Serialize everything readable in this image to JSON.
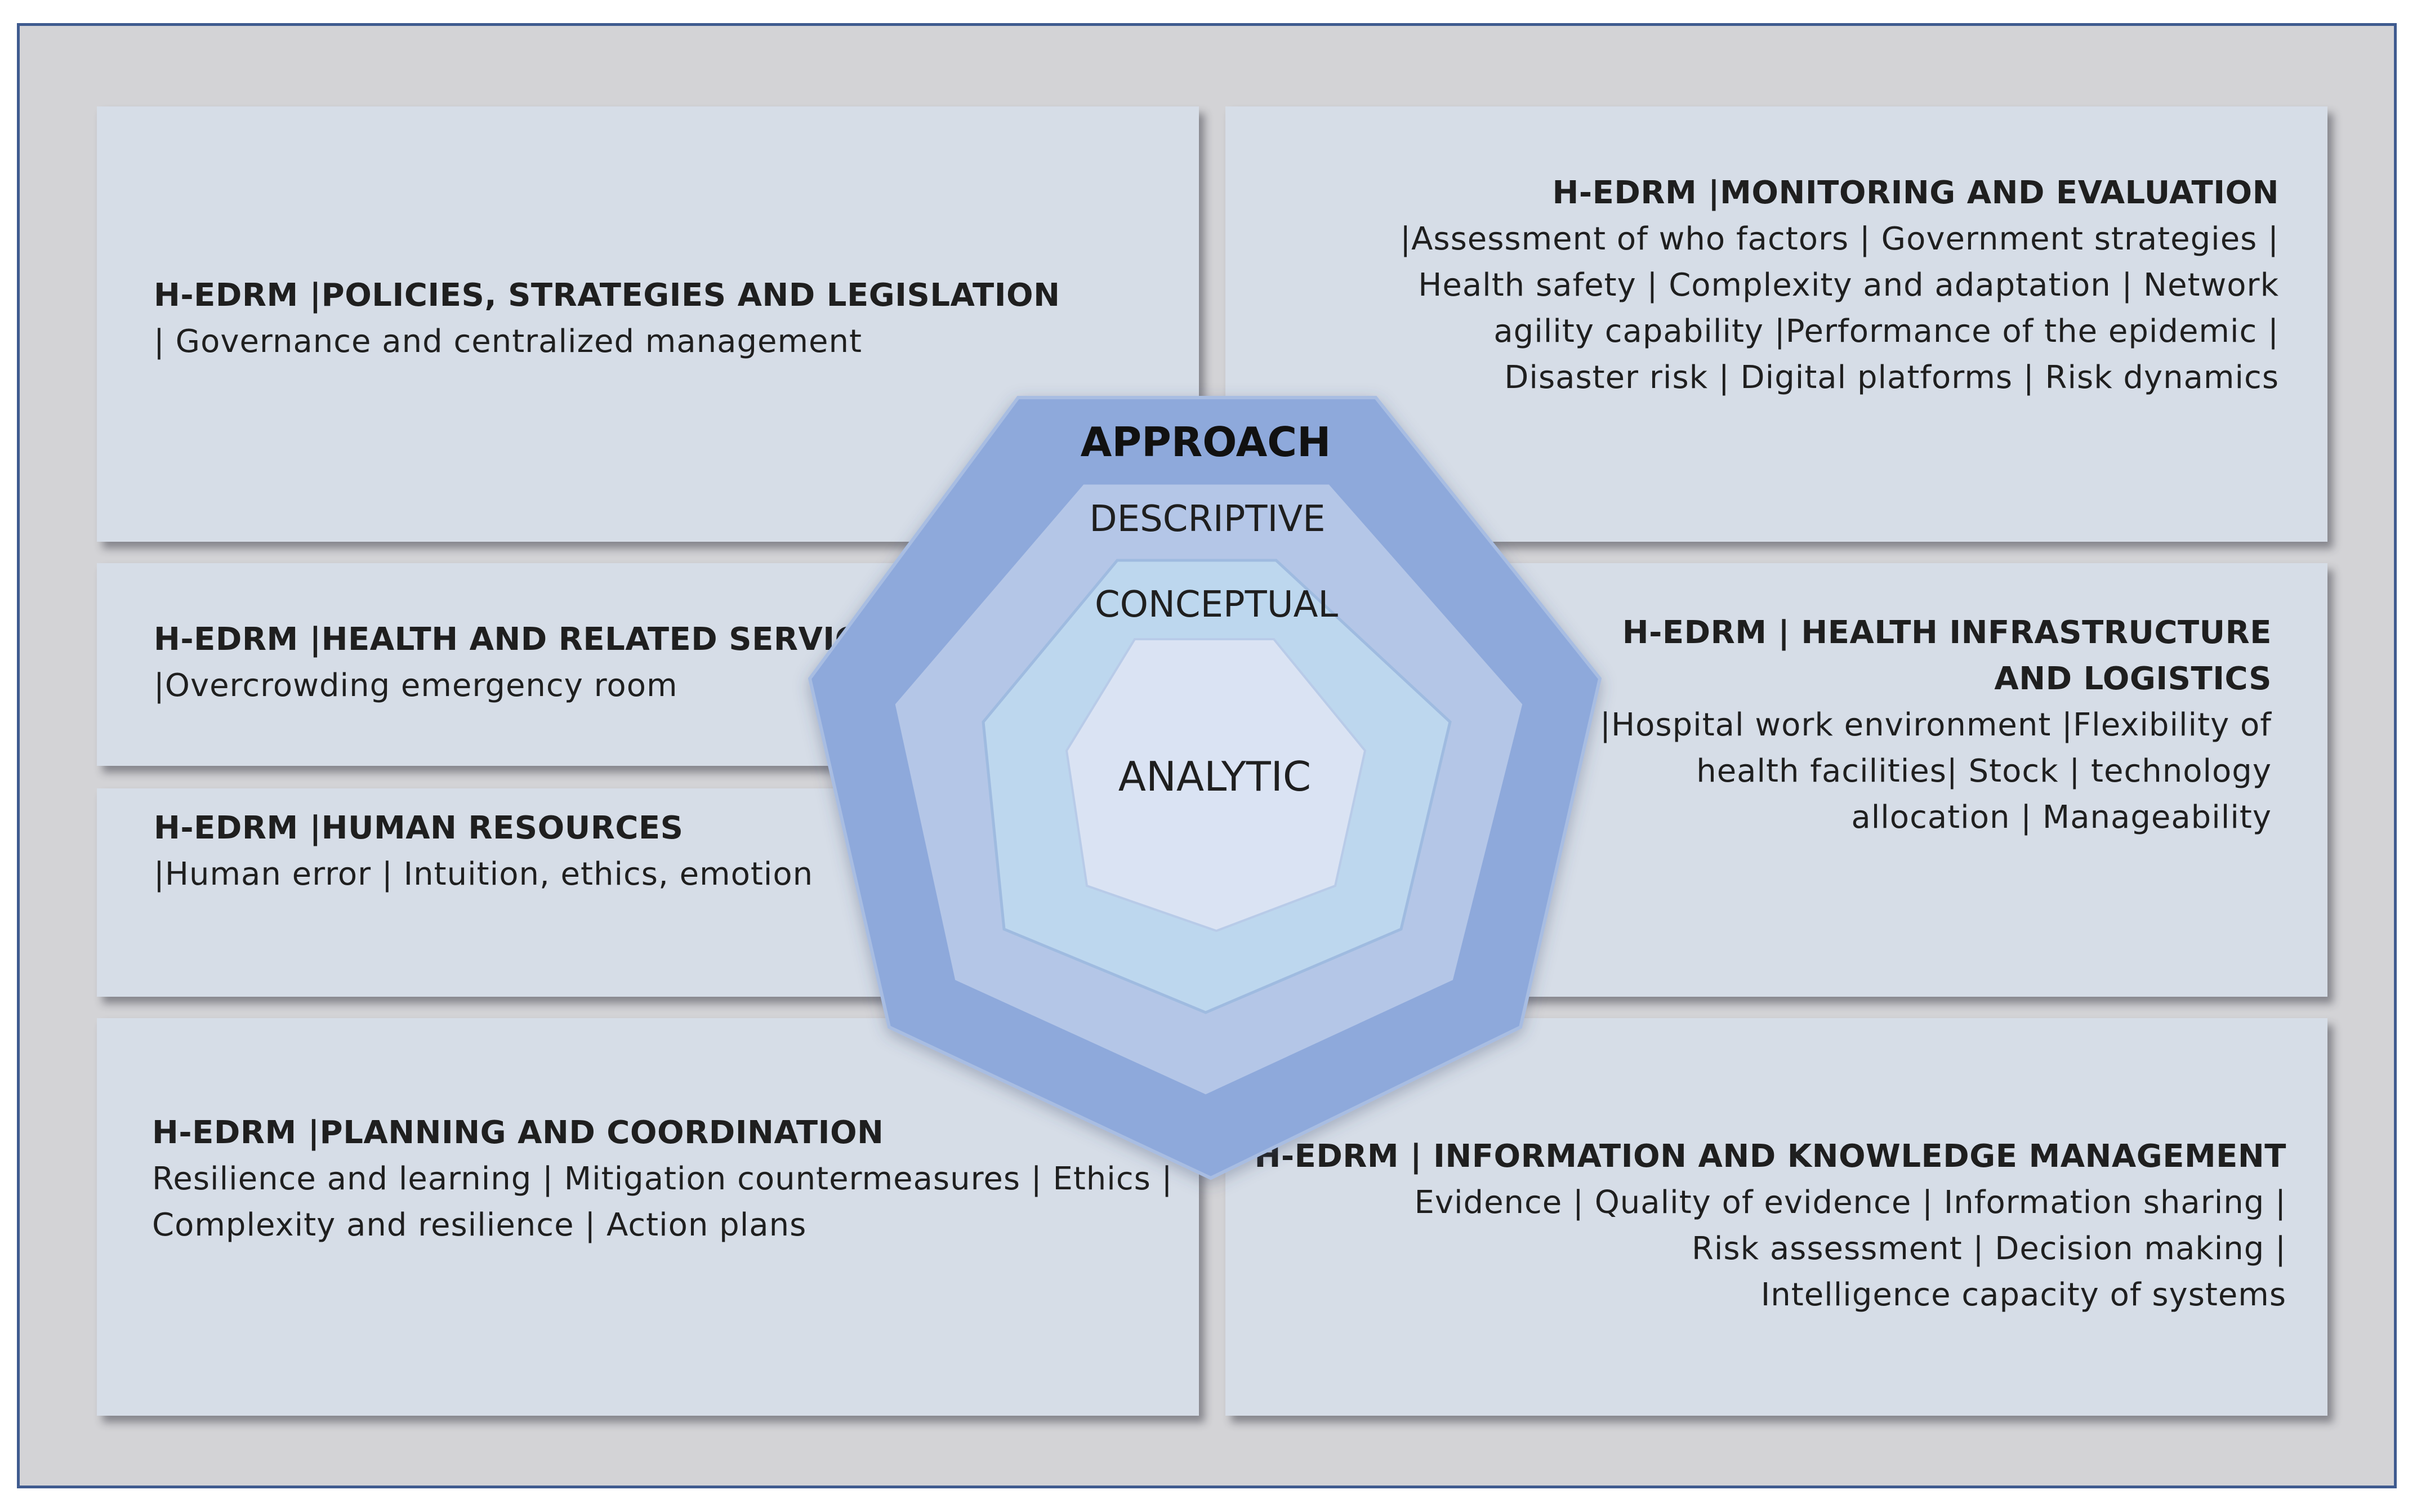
{
  "panels": {
    "policies": {
      "title": "H-EDRM |POLICIES, STRATEGIES AND LEGISLATION",
      "lines": [
        "| Governance and centralized management"
      ]
    },
    "monitoring": {
      "title": "H-EDRM |MONITORING AND EVALUATION",
      "lines": [
        "|Assessment of who factors | Government strategies |",
        "Health safety | Complexity and adaptation  | Network",
        "agility capability |Performance of the epidemic |",
        "Disaster risk  | Digital platforms | Risk dynamics"
      ]
    },
    "health_services": {
      "title": "H-EDRM |HEALTH AND RELATED SERVICES",
      "lines": [
        "|Overcrowding emergency room"
      ]
    },
    "human_resources": {
      "title": "H-EDRM |HUMAN RESOURCES",
      "lines": [
        "|Human error | Intuition, ethics, emotion"
      ]
    },
    "infrastructure": {
      "title_line1": "H-EDRM | HEALTH INFRASTRUCTURE",
      "title_line2": "AND LOGISTICS",
      "lines": [
        "|Hospital work environment |Flexibility of",
        "health facilities| Stock | technology",
        "allocation | Manageability"
      ]
    },
    "planning": {
      "title": "H-EDRM |PLANNING AND COORDINATION",
      "lines": [
        "Resilience and learning | Mitigation countermeasures | Ethics |",
        "Complexity and resilience | Action plans"
      ]
    },
    "information": {
      "title": "H-EDRM | INFORMATION AND KNOWLEDGE MANAGEMENT",
      "lines": [
        "Evidence | Quality of evidence | Information sharing |",
        "Risk assessment | Decision making |",
        "Intelligence capacity of systems"
      ]
    }
  },
  "center": {
    "approach": "APPROACH",
    "descriptive": "DESCRIPTIVE",
    "conceptual": "CONCEPTUAL",
    "analytic": "ANALYTIC",
    "colors": {
      "outer": "#8ea9db",
      "middle": "#b4c6e7",
      "inner": "#bdd7ee",
      "core": "#dae3f3"
    }
  }
}
